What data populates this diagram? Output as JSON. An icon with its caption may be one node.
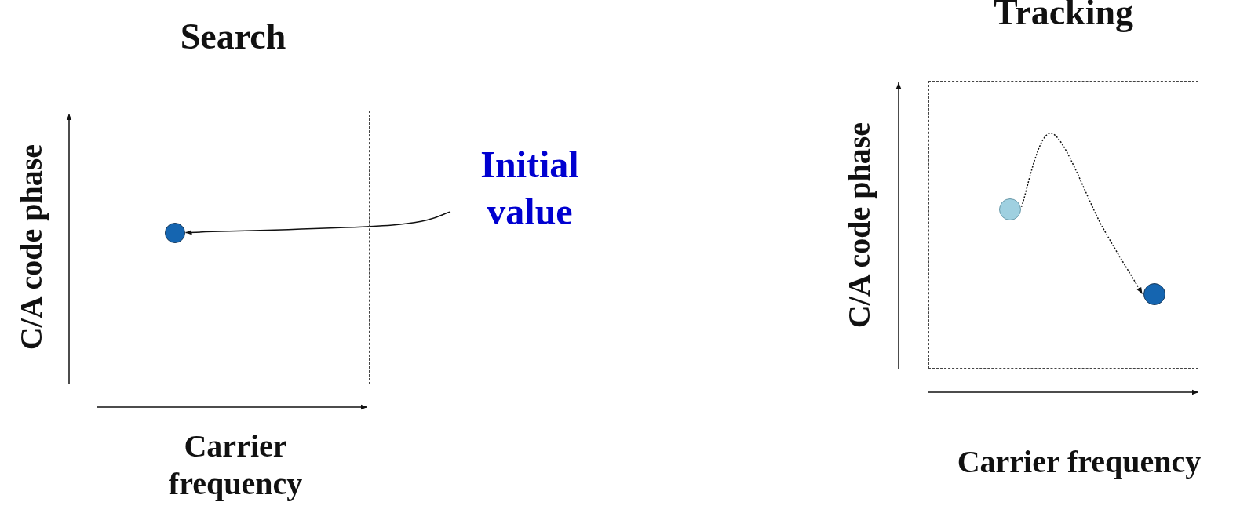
{
  "diagram": {
    "nodes": [
      {
        "text": [
          "Search"
        ]
      },
      {
        "text": [],
        "shape": "circle",
        "in": 0
      },
      {
        "text": [
          "Initial value"
        ]
      },
      {
        "text": [
          "Tracking"
        ]
      },
      {
        "text": [],
        "shape": "circle",
        "in": 3
      },
      {
        "text": [],
        "shape": "circle",
        "in": 3
      }
    ],
    "edges": [
      {
        "from": 2,
        "to": 1,
        "arrow": "to"
      },
      {
        "from": 4,
        "to": 5,
        "arrow": "to",
        "style": "dashed"
      }
    ],
    "labels": [
      "C/A code phase",
      "Carrier frequency",
      "C/A code phase",
      "Carrier frequency"
    ]
  }
}
